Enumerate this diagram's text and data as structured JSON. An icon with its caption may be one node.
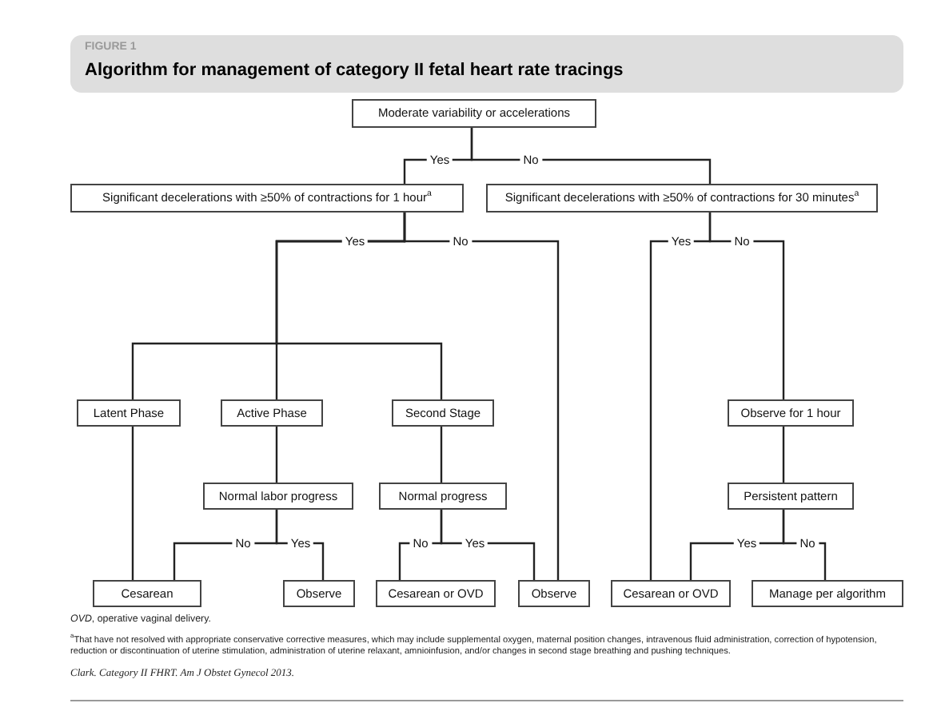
{
  "diagram": {
    "title": "Algorithm for management of category II fetal heart rate tracings",
    "nodes": [
      {
        "text": [
          "Moderate variability or accelerations"
        ]
      },
      {
        "text": [
          "Significant decelerations with ≥50% of contractions for 1 hour$^{a}$"
        ]
      },
      {
        "text": [
          "Significant decelerations with ≥50% of contractions for 30 minutes$^{a}$"
        ]
      },
      {
        "text": [
          "Latent Phase"
        ]
      },
      {
        "text": [
          "Active Phase"
        ]
      },
      {
        "text": [
          "Second Stage"
        ]
      },
      {
        "text": [
          "Normal labor progress"
        ]
      },
      {
        "text": [
          "Normal progress"
        ]
      },
      {
        "text": [
          "Observe for 1 hour"
        ]
      },
      {
        "text": [
          "Persistent pattern"
        ]
      },
      {
        "text": [
          "Cesarean"
        ]
      },
      {
        "text": [
          "Observe"
        ]
      },
      {
        "text": [
          "Cesarean or OVD"
        ]
      },
      {
        "text": [
          "Observe"
        ]
      },
      {
        "text": [
          "Cesarean or OVD"
        ]
      },
      {
        "text": [
          "Manage per algorithm"
        ]
      }
    ],
    "edges": [
      {
        "from": 0,
        "to": 1,
        "arrow": "none",
        "label": "Yes"
      },
      {
        "from": 0,
        "to": 2,
        "arrow": "none",
        "label": "No"
      },
      {
        "from": 1,
        "to": 3,
        "arrow": "none",
        "label": "Yes"
      },
      {
        "from": 1,
        "to": 4,
        "arrow": "none"
      },
      {
        "from": 1,
        "to": 5,
        "arrow": "none"
      },
      {
        "from": 1,
        "to": 13,
        "arrow": "none",
        "label": "No"
      },
      {
        "from": 2,
        "to": 14,
        "arrow": "none",
        "label": "Yes"
      },
      {
        "from": 2,
        "to": 8,
        "arrow": "none",
        "label": "No"
      },
      {
        "from": 3,
        "to": 10,
        "arrow": "none"
      },
      {
        "from": 4,
        "to": 6,
        "arrow": "none"
      },
      {
        "from": 5,
        "to": 7,
        "arrow": "none"
      },
      {
        "from": 6,
        "to": 10,
        "arrow": "none",
        "label": "No"
      },
      {
        "from": 6,
        "to": 11,
        "arrow": "none",
        "label": "Yes"
      },
      {
        "from": 7,
        "to": 12,
        "arrow": "none",
        "label": "No"
      },
      {
        "from": 7,
        "to": 13,
        "arrow": "none",
        "label": "Yes"
      },
      {
        "from": 8,
        "to": 9,
        "arrow": "none"
      },
      {
        "from": 9,
        "to": 14,
        "arrow": "none",
        "label": "Yes"
      },
      {
        "from": 9,
        "to": 15,
        "arrow": "none",
        "label": "No"
      }
    ],
    "labels": [
      "FIGURE 1",
      "*OVD*, operative vaginal delivery.",
      "$^{a}$That have not resolved with appropriate conservative corrective measures, which may include supplemental oxygen, maternal position changes, intravenous fluid administration, correction of hypotension, reduction or discontinuation of uterine stimulation, administration of uterine relaxant, amnioinfusion, and/or changes in second stage breathing and pushing techniques.",
      "Clark. Category II FHRT. Am J Obstet Gynecol 2013."
    ]
  }
}
